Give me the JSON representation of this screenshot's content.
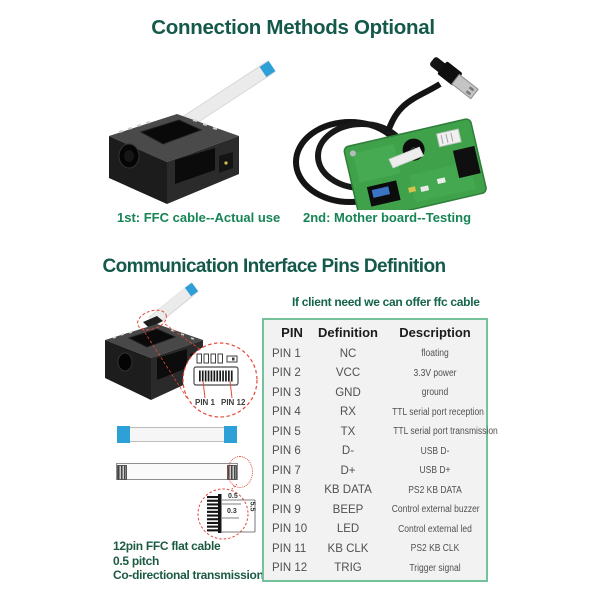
{
  "titles": {
    "section1": "Connection Methods Optional",
    "section2": "Communication Interface Pins Definition"
  },
  "captions": {
    "left": "1st: FFC cable--Actual use",
    "right": "2nd: Mother board--Testing"
  },
  "note": "If client need we can offer ffc cable",
  "pin_callout": {
    "first": "PIN 1",
    "last": "PIN 12"
  },
  "cable_specs": {
    "line1": "12pin FFC flat cable",
    "line2": "0.5 pitch",
    "line3": "Co-directional transmission"
  },
  "dimensions": {
    "pitch": "0.5",
    "contact_width": "0.3",
    "total_width": "5.5"
  },
  "pin_table": {
    "headers": [
      "PIN",
      "Definition",
      "Description"
    ],
    "rows": [
      [
        "PIN 1",
        "NC",
        "floating"
      ],
      [
        "PIN 2",
        "VCC",
        "3.3V power"
      ],
      [
        "PIN 3",
        "GND",
        "ground"
      ],
      [
        "PIN 4",
        "RX",
        "TTL serial port reception"
      ],
      [
        "PIN 5",
        "TX",
        "TTL serial port transmission"
      ],
      [
        "PIN 6",
        "D-",
        "USB D-"
      ],
      [
        "PIN 7",
        "D+",
        "USB D+"
      ],
      [
        "PIN 8",
        "KB DATA",
        "PS2 KB DATA"
      ],
      [
        "PIN 9",
        "BEEP",
        "Control external buzzer"
      ],
      [
        "PIN 10",
        "LED",
        "Control external led"
      ],
      [
        "PIN 11",
        "KB CLK",
        "PS2 KB CLK"
      ],
      [
        "PIN 12",
        "TRIG",
        "Trigger signal"
      ]
    ]
  },
  "colors": {
    "title_green": "#14594a",
    "caption_green": "#168455",
    "note_green": "#14654a",
    "spec_green": "#1c5b41",
    "table_border": "#74c29c",
    "table_bg": "#f2f2f2",
    "annotation_red": "#e2483a",
    "cable_blue": "#2da0d8",
    "pcb_green": "#3fa24b"
  }
}
